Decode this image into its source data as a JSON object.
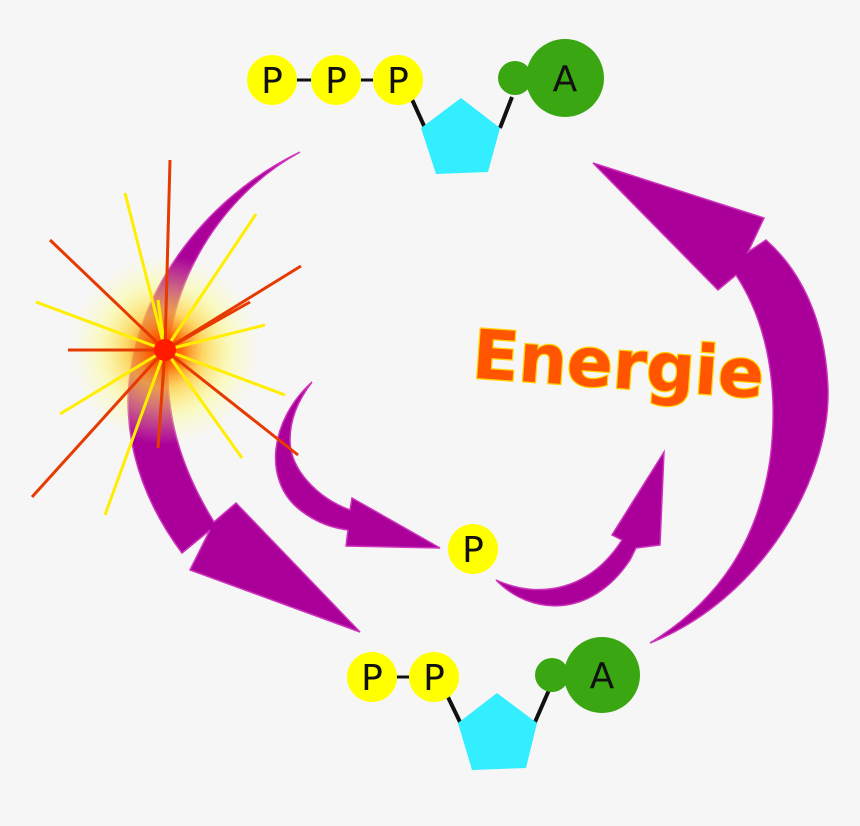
{
  "atp": {
    "phosphates": [
      "P",
      "P",
      "P"
    ],
    "base": "A"
  },
  "adp": {
    "phosphates": [
      "P",
      "P"
    ],
    "base": "A"
  },
  "released_phosphate": "P",
  "energy_label": "Energie",
  "colors": {
    "background": "#f6f6f6",
    "phosphate": "#ffff00",
    "sugar": "#33eeff",
    "base": "#3aa612",
    "arrow": "#aa0099",
    "energy_text": "#ff5500",
    "energy_outline": "#ffd400",
    "burst_core": "#ff2200",
    "burst_rays_red": "#e63a00",
    "burst_rays_yellow": "#ffee00"
  },
  "icons": [
    "burst-icon"
  ]
}
